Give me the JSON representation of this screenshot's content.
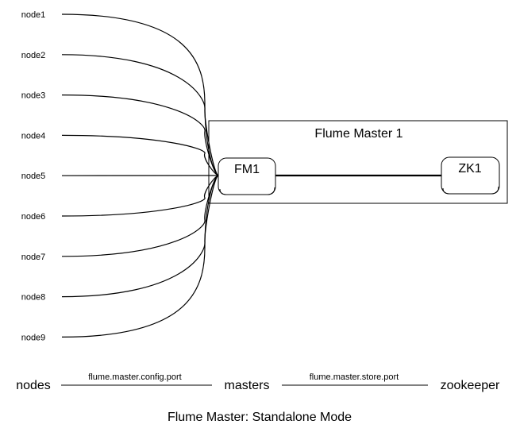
{
  "nodes": [
    {
      "id": "node1",
      "label": "node1"
    },
    {
      "id": "node2",
      "label": "node2"
    },
    {
      "id": "node3",
      "label": "node3"
    },
    {
      "id": "node4",
      "label": "node4"
    },
    {
      "id": "node5",
      "label": "node5"
    },
    {
      "id": "node6",
      "label": "node6"
    },
    {
      "id": "node7",
      "label": "node7"
    },
    {
      "id": "node8",
      "label": "node8"
    },
    {
      "id": "node9",
      "label": "node9"
    }
  ],
  "cluster": {
    "title": "Flume Master 1",
    "master": {
      "label": "FM1"
    },
    "zookeeper": {
      "label": "ZK1"
    }
  },
  "legend": {
    "nodes": "nodes",
    "masters": "masters",
    "zookeeper": "zookeeper",
    "config_port": "flume.master.config.port",
    "store_port": "flume.master.store.port"
  },
  "caption": "Flume Master: Standalone Mode"
}
